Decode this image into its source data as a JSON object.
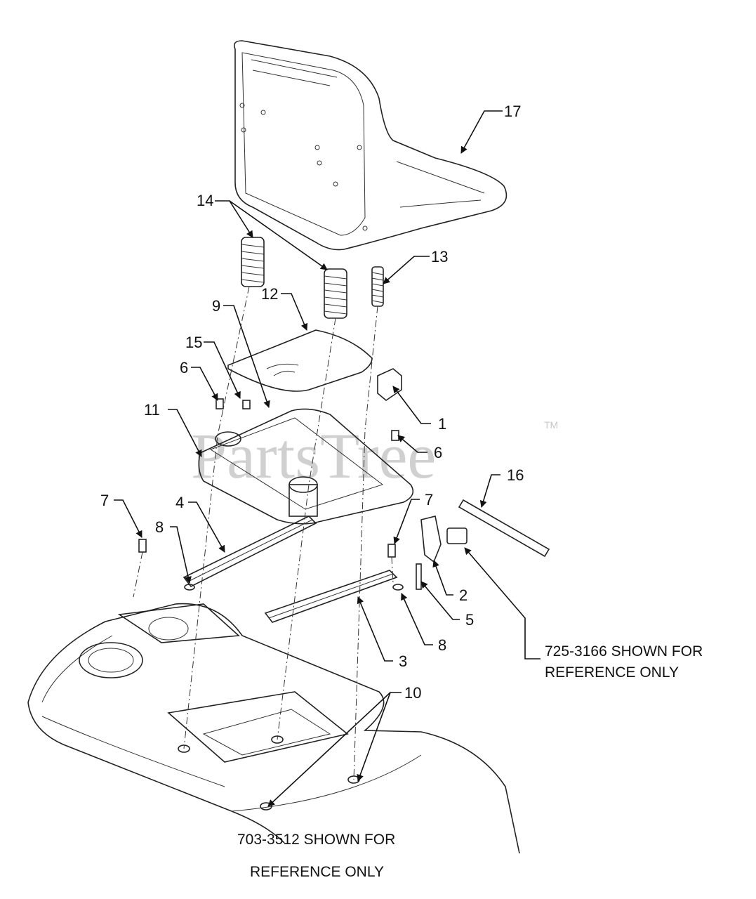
{
  "watermark": {
    "text": "PartsTree",
    "tm": "TM"
  },
  "callouts": {
    "c1": "1",
    "c2": "2",
    "c3": "3",
    "c4": "4",
    "c5": "5",
    "c6a": "6",
    "c6b": "6",
    "c7a": "7",
    "c7b": "7",
    "c8a": "8",
    "c8b": "8",
    "c9": "9",
    "c10": "10",
    "c11": "11",
    "c12": "12",
    "c13": "13",
    "c14": "14",
    "c15": "15",
    "c16": "16",
    "c17": "17"
  },
  "notes": {
    "ref_725_line1": "725-3166 SHOWN FOR",
    "ref_725_line2": "REFERENCE ONLY",
    "ref_703_line1": "703-3512 SHOWN FOR",
    "ref_703_line2": "REFERENCE ONLY"
  }
}
